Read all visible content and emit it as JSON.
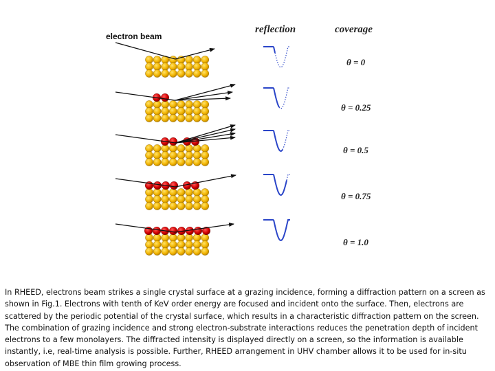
{
  "figure": {
    "beam_label": "electron beam",
    "reflection_header": "reflection",
    "coverage_header": "coverage",
    "rows": [
      {
        "coverage_label": "θ = 0",
        "coverage": 0
      },
      {
        "coverage_label": "θ = 0.25",
        "coverage": 0.25
      },
      {
        "coverage_label": "θ = 0.5",
        "coverage": 0.5
      },
      {
        "coverage_label": "θ = 0.75",
        "coverage": 0.75
      },
      {
        "coverage_label": "θ = 1.0",
        "coverage": 1.0
      }
    ],
    "colors": {
      "substrate_atom": "#f2b400",
      "adsorbate_atom": "#d40000",
      "beam": "#111111",
      "reflection_curve": "#2a45c8"
    }
  },
  "caption": "In RHEED, electrons beam strikes a single crystal surface at a grazing incidence, forming a diffraction pattern on a screen as shown in Fig.1. Electrons with tenth of KeV order energy are focused and incident onto the surface. Then, electrons are scattered by the periodic potential of the crystal surface, which results in a characteristic diffraction pattern on the screen. The combination of grazing incidence and strong electron-substrate interactions reduces the penetration depth of incident electrons to a few monolayers. The diffracted intensity is displayed directly on a screen, so the information is available instantly, i.e, real-time analysis is possible. Further, RHEED arrangement in UHV chamber allows it to be used for in-situ observation of MBE thin film growing process."
}
